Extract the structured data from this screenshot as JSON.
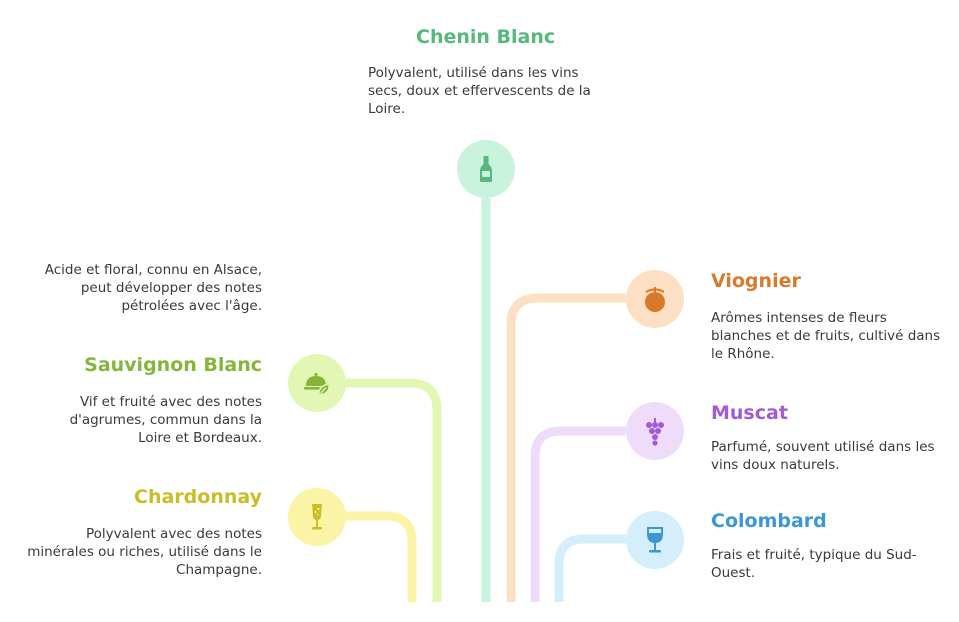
{
  "colors": {
    "chenin": "#56b87a",
    "viognier": "#d9792b",
    "muscat": "#a35ad8",
    "colombard": "#3b97d6",
    "sauvignon": "#86b53a",
    "chardonnay": "#cbbd25",
    "riesling_line": "#c8f0a0"
  },
  "items": {
    "chenin": {
      "title": "Chenin Blanc",
      "desc": "Polyvalent, utilisé dans les vins secs, doux et effervescents de la Loire.",
      "icon": "wine-bottle-icon"
    },
    "riesling": {
      "desc": "Acide et floral, connu en Alsace, peut développer des notes pétrolées avec l'âge."
    },
    "sauvignon": {
      "title": "Sauvignon Blanc",
      "desc": "Vif et fruité avec des notes d'agrumes, commun dans la Loire et Bordeaux.",
      "icon": "plate-leaf-icon"
    },
    "chardonnay": {
      "title": "Chardonnay",
      "desc": "Polyvalent avec des notes minérales ou riches, utilisé dans le Champagne.",
      "icon": "champagne-glass-icon"
    },
    "viognier": {
      "title": "Viognier",
      "desc": "Arômes intenses de fleurs blanches et de fruits, cultivé dans le Rhône.",
      "icon": "apricot-icon"
    },
    "muscat": {
      "title": "Muscat",
      "desc": "Parfumé, souvent utilisé dans les vins doux naturels.",
      "icon": "grapes-icon"
    },
    "colombard": {
      "title": "Colombard",
      "desc": "Frais et fruité, typique du Sud-Ouest.",
      "icon": "wine-glass-icon"
    }
  }
}
